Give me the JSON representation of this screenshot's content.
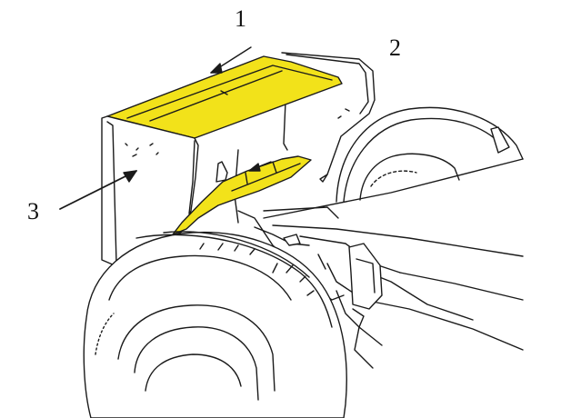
{
  "callouts": {
    "one": "1",
    "two": "2",
    "three": "3"
  },
  "colors": {
    "highlight": "#f2e21a",
    "outline": "#1a1a1a",
    "background": "#ffffff"
  }
}
